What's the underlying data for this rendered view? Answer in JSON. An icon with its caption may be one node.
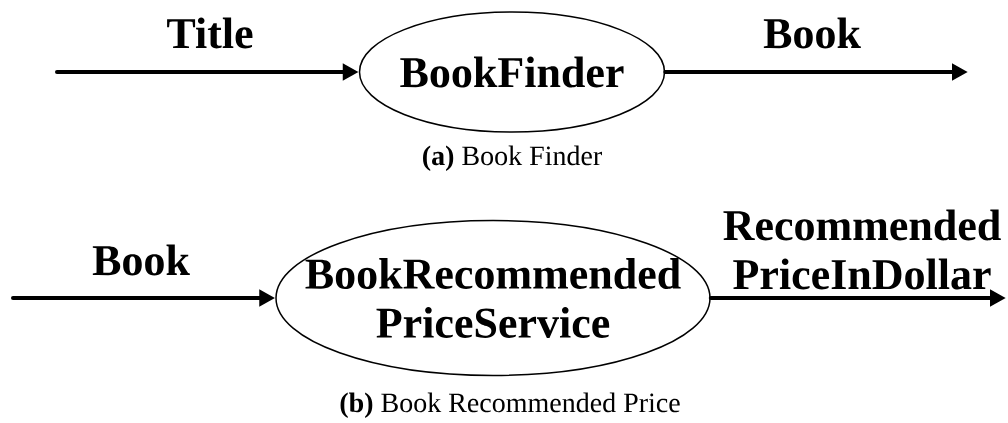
{
  "diagram": {
    "nodes": [
      {
        "text": [
          "BookFinder"
        ]
      },
      {
        "text": [
          "BookRecommended PriceService"
        ]
      }
    ],
    "edges": [
      {
        "from": null,
        "to": 0,
        "arrow": "to",
        "label": "Title"
      },
      {
        "from": 0,
        "to": null,
        "arrow": "to",
        "label": "Book"
      },
      {
        "from": null,
        "to": 1,
        "arrow": "to",
        "label": "Book"
      },
      {
        "from": 1,
        "to": null,
        "arrow": "to",
        "label": "Recommended PriceInDollar"
      }
    ],
    "labels": [
      "**(a)** Book Finder",
      "**(b)** Book Recommended Price"
    ]
  }
}
